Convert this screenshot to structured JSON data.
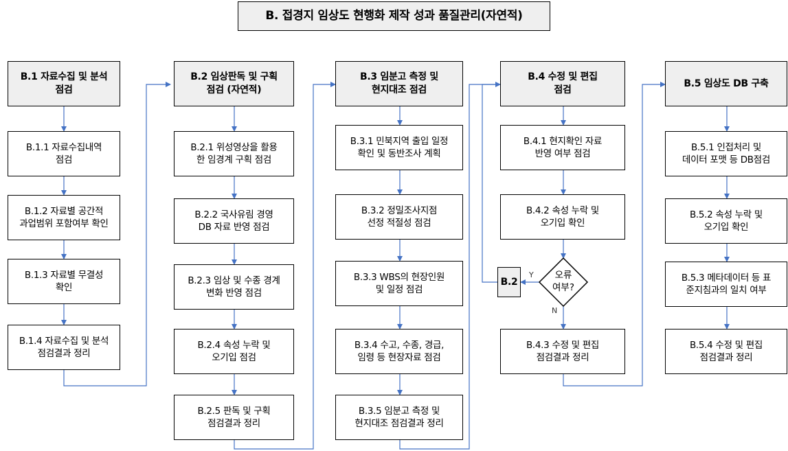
{
  "title": "B. 접경지 임상도 현행화 제작 성과 품질관리(자연적)",
  "columns": [
    {
      "header": "B.1 자료수집 및 분석\n점검",
      "items": [
        "B.1.1 자료수집내역\n점검",
        "B.1.2  자료별 공간적\n과업범위 포함여부 확인",
        "B.1.3  자료별 무결성\n확인",
        "B.1.4  자료수집 및 분석\n점검결과 정리"
      ]
    },
    {
      "header": "B.2 임상판독 및 구획\n점검 (자연적)",
      "items": [
        "B.2.1 위성영상을 활용\n한 임경계 구획 점검",
        "B.2.2 국사유림 경영\nDB 자료 반영 점검",
        "B.2.3 임상 및 수종 경계\n변화 반영 점검",
        "B.2.4 속성 누락 및\n오기입 점검",
        "B.2.5 판독 및 구획\n점검결과 정리"
      ]
    },
    {
      "header": "B.3 임분고 측정 및\n현지대조 점검",
      "items": [
        "B.3.1 민북지역 출입 일정\n확인 및 동반조사 계획",
        "B.3.2 정밀조사지점\n선정 적절성 점검",
        "B.3.3 WBS의 현장인원\n및 일정 점검",
        "B.3.4 수고, 수종, 경급,\n임령 등 현장자료 점검",
        "B.3.5 임분고 측정 및\n현지대조 점검결과 정리"
      ]
    },
    {
      "header": "B.4 수정 및 편집\n점검",
      "items": [
        "B.4.1 현지확인 자료\n반영 여부 점검",
        "B.4.2 속성 누락 및\n오기입 확인",
        "B.4.3 수정 및 편집\n점검결과 정리"
      ]
    },
    {
      "header": "B.5 임상도 DB 구축",
      "items": [
        "B.5.1 인접처리 및\n데이터 포맷 등 DB점검",
        "B.5.2 속성 누락 및\n오기입 확인",
        "B.5.3 메타데이터 등 표\n준지침과의 일치 여부",
        "B.5.4 수정 및 편집\n점검결과 정리"
      ]
    }
  ],
  "decision": {
    "text": "오류\n여부?",
    "yes": "Y",
    "no": "N",
    "target": "B.2"
  },
  "colors": {
    "arrow": "#4472c4",
    "header_fill": "#efefef"
  }
}
